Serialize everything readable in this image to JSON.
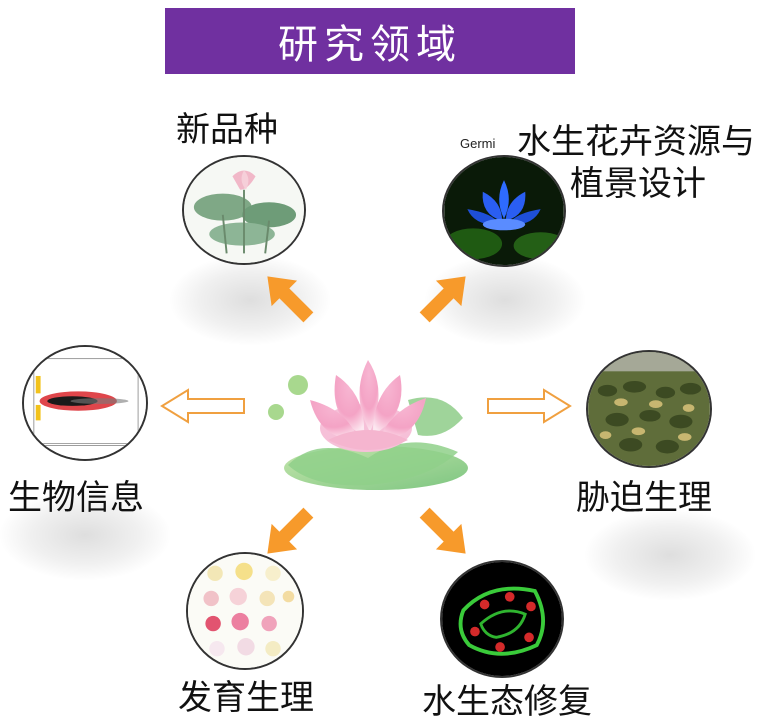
{
  "title": "研究领域",
  "center": {
    "icon": "lotus-flower-icon"
  },
  "areas": [
    {
      "id": "new-varieties",
      "label": "新品种",
      "icon": "lotus-leaf-painting-icon"
    },
    {
      "id": "aquatic-flower-resources",
      "label_line1": "水生花卉资源与",
      "label_line2": "植景设计",
      "tag": "Germi",
      "icon": "blue-lotus-icon"
    },
    {
      "id": "bioinformatics",
      "label": "生物信息",
      "icon": "scatter-plot-icon"
    },
    {
      "id": "stress-physiology",
      "label": "胁迫生理",
      "icon": "wetland-plants-icon"
    },
    {
      "id": "developmental-physiology",
      "label": "发育生理",
      "icon": "flower-grid-icon"
    },
    {
      "id": "aquatic-ecological-restoration",
      "label": "水生态修复",
      "icon": "cell-microscopy-icon"
    }
  ],
  "colors": {
    "banner": "#7030a0",
    "arrow": "#f79a2b",
    "arrow_outline": "#f0a040"
  }
}
